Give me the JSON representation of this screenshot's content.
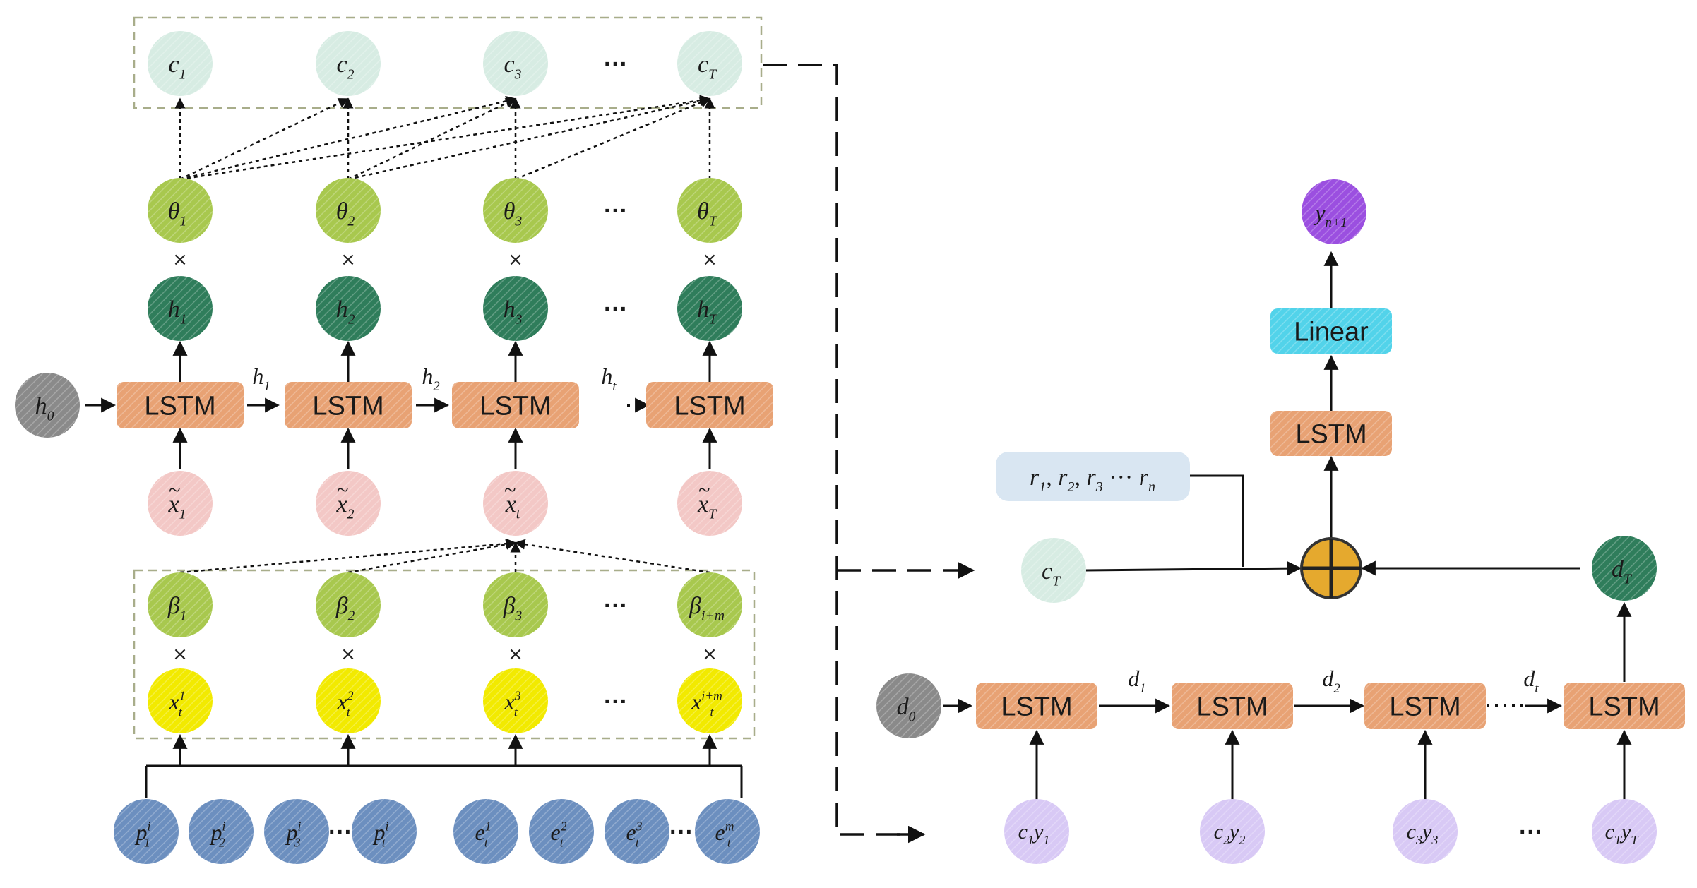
{
  "encoder": {
    "context_nodes": [
      {
        "base": "c",
        "sub": "1"
      },
      {
        "base": "c",
        "sub": "2"
      },
      {
        "base": "c",
        "sub": "3"
      },
      {
        "base": "c",
        "sub": "T"
      }
    ],
    "theta_nodes": [
      {
        "base": "θ",
        "sub": "1"
      },
      {
        "base": "θ",
        "sub": "2"
      },
      {
        "base": "θ",
        "sub": "3"
      },
      {
        "base": "θ",
        "sub": "T"
      }
    ],
    "hidden_nodes": [
      {
        "base": "h",
        "sub": "1"
      },
      {
        "base": "h",
        "sub": "2"
      },
      {
        "base": "h",
        "sub": "3"
      },
      {
        "base": "h",
        "sub": "T"
      }
    ],
    "initial_state": {
      "base": "h",
      "sub": "0"
    },
    "lstm_label": "LSTM",
    "transitions": [
      {
        "base": "h",
        "sub": "1"
      },
      {
        "base": "h",
        "sub": "2"
      },
      {
        "base": "h",
        "sub": "t"
      }
    ],
    "input_nodes": [
      {
        "base": "x",
        "sub": "1",
        "accent": "~"
      },
      {
        "base": "x",
        "sub": "2",
        "accent": "~"
      },
      {
        "base": "x",
        "sub": "t",
        "accent": "~"
      },
      {
        "base": "x",
        "sub": "T",
        "accent": "~"
      }
    ],
    "beta_nodes": [
      {
        "base": "β",
        "sub": "1"
      },
      {
        "base": "β",
        "sub": "2"
      },
      {
        "base": "β",
        "sub": "3"
      },
      {
        "base": "β",
        "sub": "i+m"
      }
    ],
    "feature_nodes": [
      {
        "base": "x",
        "sub": "t",
        "sup": "1"
      },
      {
        "base": "x",
        "sub": "t",
        "sup": "2"
      },
      {
        "base": "x",
        "sub": "t",
        "sup": "3"
      },
      {
        "base": "x",
        "sub": "t",
        "sup": "i+m"
      }
    ],
    "source_nodes": [
      {
        "base": "p",
        "sub": "1",
        "sup": "i"
      },
      {
        "base": "p",
        "sub": "2",
        "sup": "i"
      },
      {
        "base": "p",
        "sub": "3",
        "sup": "i"
      },
      {
        "base": "p",
        "sub": "t",
        "sup": "i"
      },
      {
        "base": "e",
        "sub": "t",
        "sup": "1"
      },
      {
        "base": "e",
        "sub": "t",
        "sup": "2"
      },
      {
        "base": "e",
        "sub": "t",
        "sup": "3"
      },
      {
        "base": "e",
        "sub": "t",
        "sup": "m"
      }
    ],
    "ellipsis": "···",
    "times_symbol": "×"
  },
  "decoder": {
    "output_node": {
      "base": "y",
      "sub": "n+1"
    },
    "linear_label": "Linear",
    "lstm_label": "LSTM",
    "residual_label": {
      "parts": [
        {
          "base": "r",
          "sub": "1"
        },
        {
          "base": "r",
          "sub": "2"
        },
        {
          "base": "r",
          "sub": "3"
        },
        {
          "base": "r",
          "sub": "n"
        }
      ]
    },
    "context_node": {
      "base": "c",
      "sub": "T"
    },
    "final_state": {
      "base": "d",
      "sub": "T"
    },
    "initial_state": {
      "base": "d",
      "sub": "0"
    },
    "transitions": [
      {
        "base": "d",
        "sub": "1"
      },
      {
        "base": "d",
        "sub": "2"
      },
      {
        "base": "d",
        "sub": "t"
      }
    ],
    "input_nodes": [
      {
        "a": "c",
        "a_sub": "1",
        "b": "y",
        "b_sub": "1"
      },
      {
        "a": "c",
        "a_sub": "2",
        "b": "y",
        "b_sub": "2"
      },
      {
        "a": "c",
        "a_sub": "3",
        "b": "y",
        "b_sub": "3"
      },
      {
        "a": "c",
        "a_sub": "T",
        "b": "y",
        "b_sub": "T"
      }
    ]
  },
  "colors": {
    "context": "#d7ece3",
    "theta": "#a8c84e",
    "hidden": "#2f7d5b",
    "initial": "#8a8a8a",
    "lstm": "#e8a274",
    "input_pink": "#f3c8c6",
    "beta": "#a8c84e",
    "feature": "#f2ea00",
    "source": "#6c8fbf",
    "output": "#9b4fe0",
    "linear": "#52d3ea",
    "residual": "#d9e6f2",
    "decoder_input": "#d8c9f5",
    "sum": "#e5a92e"
  }
}
